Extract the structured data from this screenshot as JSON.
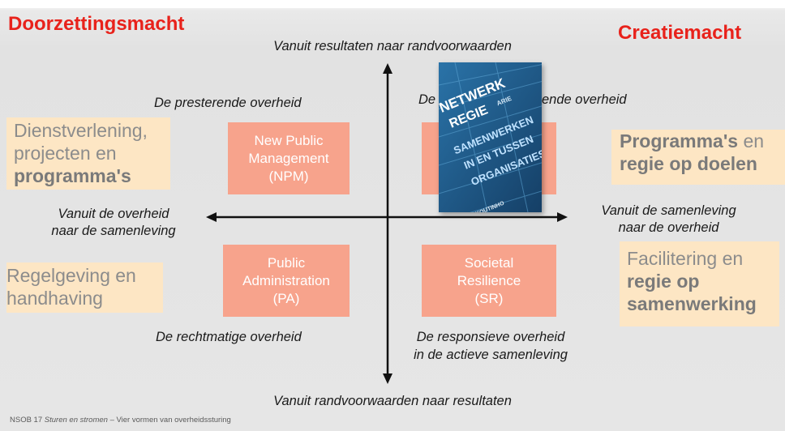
{
  "headings": {
    "left": "Doorzettingsmacht",
    "right": "Creatiemacht"
  },
  "axes": {
    "top": "Vanuit resultaten naar randvoorwaarden",
    "bottom": "Vanuit randvoorwaarden naar resultaten",
    "left": [
      "Vanuit de overheid",
      "naar de samenleving"
    ],
    "right": [
      "Vanuit de samenleving",
      "naar de overheid"
    ]
  },
  "quadrant_titles": {
    "top_left": "De presterende overheid",
    "top_right_prefix": "De",
    "top_right_suffix": "ende overheid",
    "bottom_left": "De rechtmatige overheid",
    "bottom_right": [
      "De responsieve overheid",
      "in de actieve samenleving"
    ]
  },
  "models": {
    "npm": [
      "New Public",
      "Management",
      "(NPM)"
    ],
    "pa": [
      "Public",
      "Administration",
      "(PA)"
    ],
    "sr": [
      "Societal",
      "Resilience",
      "(SR)"
    ]
  },
  "side_boxes": {
    "top_left": {
      "line1": "Dienstverlening,",
      "line2": "projecten en",
      "line3": "programma's"
    },
    "bottom_left": {
      "line1": "Regelgeving en",
      "line2": "handhaving"
    },
    "top_right": {
      "line1_bold": "Programma's",
      "line1_rest": " en",
      "line2": "regie op doelen"
    },
    "bottom_right": {
      "line1": "Facilitering en",
      "line2": "regie op",
      "line3": "samenwerking"
    }
  },
  "book": {
    "lines": [
      "NETWERK",
      "REGIE",
      "SAMENWERKEN",
      "IN EN TUSSEN",
      "ORGANISATIES"
    ],
    "authors": "ARIE",
    "publisher": "KOUTINHO"
  },
  "footer": {
    "number": "NSOB 17",
    "title": "Sturen en stromen",
    "subtitle": "– Vier vormen van overheidssturing"
  },
  "colors": {
    "heading_red": "#e8221b",
    "model_salmon": "#f7a38c",
    "side_cream": "#fde6c4",
    "book_blue": "#1f5d8c"
  }
}
